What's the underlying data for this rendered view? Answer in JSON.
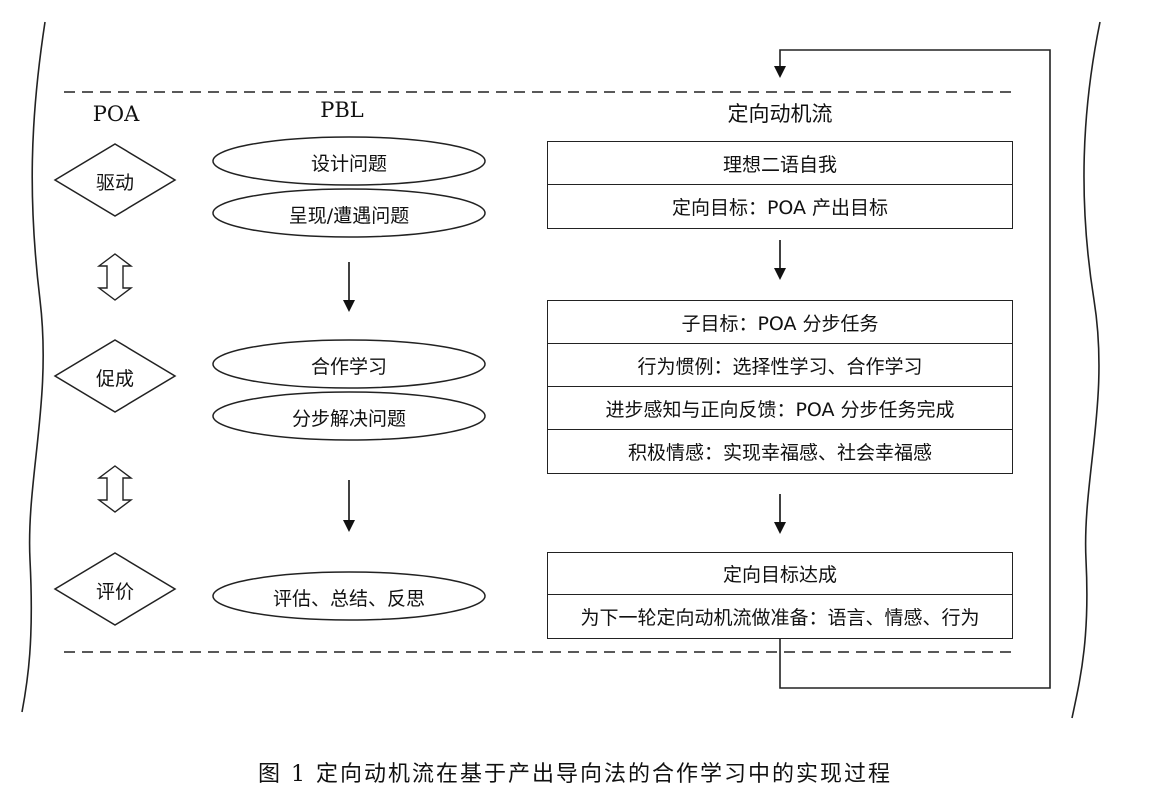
{
  "columns": {
    "poa": "POA",
    "pbl": "PBL",
    "motivation": "定向动机流"
  },
  "poa_stages": [
    "驱动",
    "促成",
    "评价"
  ],
  "pbl_steps": [
    "设计问题",
    "呈现/遭遇问题",
    "合作学习",
    "分步解决问题",
    "评估、总结、反思"
  ],
  "box1": [
    "理想二语自我",
    "定向目标：POA 产出目标"
  ],
  "box2": [
    "子目标：POA 分步任务",
    "行为惯例：选择性学习、合作学习",
    "进步感知与正向反馈：POA 分步任务完成",
    "积极情感：实现幸福感、社会幸福感"
  ],
  "box3": [
    "定向目标达成",
    "为下一轮定向动机流做准备：语言、情感、行为"
  ],
  "caption": "图 1  定向动机流在基于产出导向法的合作学习中的实现过程"
}
